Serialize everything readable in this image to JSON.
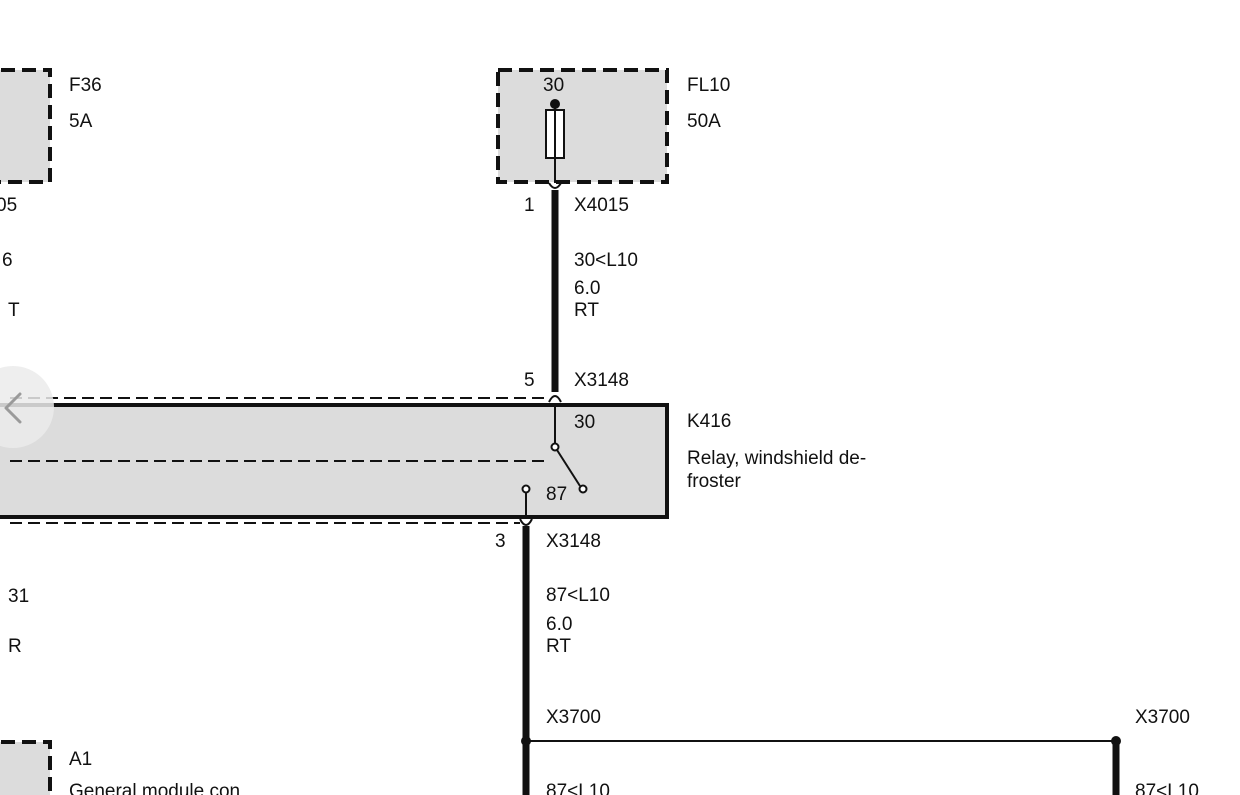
{
  "fuses": {
    "f36": {
      "id": "F36",
      "rating": "5A"
    },
    "fl10": {
      "id": "FL10",
      "rating": "50A",
      "pin": "30"
    }
  },
  "connectors": {
    "x4015": {
      "id": "X4015",
      "pin": "1"
    },
    "x3148_top": {
      "id": "X3148",
      "pin": "5"
    },
    "x3148_bottom": {
      "id": "X3148",
      "pin": "3"
    },
    "x3700_left": {
      "id": "X3700"
    },
    "x3700_right": {
      "id": "X3700"
    }
  },
  "wires": {
    "w1": {
      "name": "30<L10",
      "gauge": "6.0",
      "color": "RT"
    },
    "w2": {
      "name": "87<L10",
      "gauge": "6.0",
      "color": "RT"
    },
    "w3": {
      "name": "87<L10"
    },
    "w4": {
      "name": "87<L10"
    }
  },
  "relay": {
    "id": "K416",
    "description_line1": "Relay, windshield de-",
    "description_line2": "froster",
    "pin_in": "30",
    "pin_out": "87"
  },
  "module": {
    "id": "A1",
    "description": "General module con"
  },
  "left_partial": {
    "label1": "05",
    "label2": "6",
    "label3": "T",
    "label4": "31",
    "label5": "R"
  },
  "nav": {
    "back_icon": "chevron-left-icon"
  },
  "colors": {
    "component_fill": "#dcdcdc",
    "line": "#111111"
  }
}
